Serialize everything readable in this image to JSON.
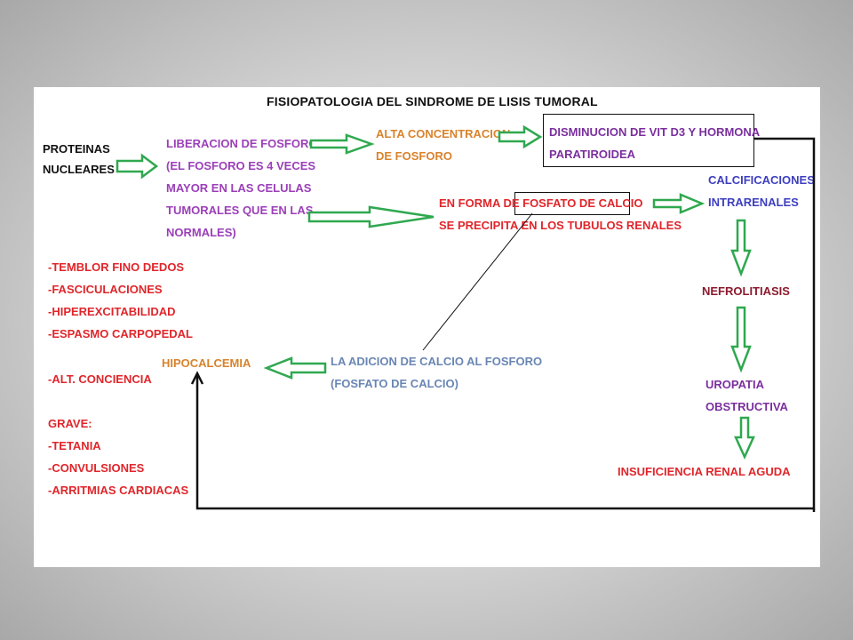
{
  "title": "FISIOPATOLOGIA DEL SINDROME DE LISIS TUMORAL",
  "nodes": {
    "proteinas": [
      "PROTEINAS",
      "NUCLEARES"
    ],
    "liberacion": [
      "LIBERACION DE FOSFORO",
      "(EL FOSFORO ES 4 VECES",
      "MAYOR EN LAS CELULAS",
      "TUMORALES QUE EN LAS",
      "NORMALES)"
    ],
    "alta": [
      "ALTA CONCENTRACION",
      "DE FOSFORO"
    ],
    "disminucion": [
      "DISMINUCION DE VIT D3 Y HORMONA",
      "PARATIROIDEA"
    ],
    "forma": [
      "EN FORMA DE FOSFATO DE CALCIO",
      "SE PRECIPITA EN LOS TUBULOS RENALES"
    ],
    "calcificaciones": [
      "CALCIFICACIONES",
      "INTRARENALES"
    ],
    "nefrolitiasis": "NEFROLITIASIS",
    "uropatia": [
      "UROPATIA",
      "OBSTRUCTIVA"
    ],
    "insuficiencia": "INSUFICIENCIA RENAL AGUDA",
    "adicion": [
      "LA ADICION DE CALCIO AL FOSFORO",
      "(FOSFATO DE CALCIO)"
    ],
    "hipocalcemia": "HIPOCALCEMIA",
    "sintomas": [
      "-TEMBLOR FINO DEDOS",
      "-FASCICULACIONES",
      "-HIPEREXCITABILIDAD",
      "-ESPASMO CARPOPEDAL"
    ],
    "conciencia": "-ALT. CONCIENCIA",
    "grave": [
      "GRAVE:",
      "-TETANIA",
      "-CONVULSIONES",
      "-ARRITMIAS CARDIACAS"
    ]
  },
  "colors": {
    "arrow_fill": "#ffffff",
    "arrow_stroke": "#2fa84f",
    "line": "#111111"
  }
}
